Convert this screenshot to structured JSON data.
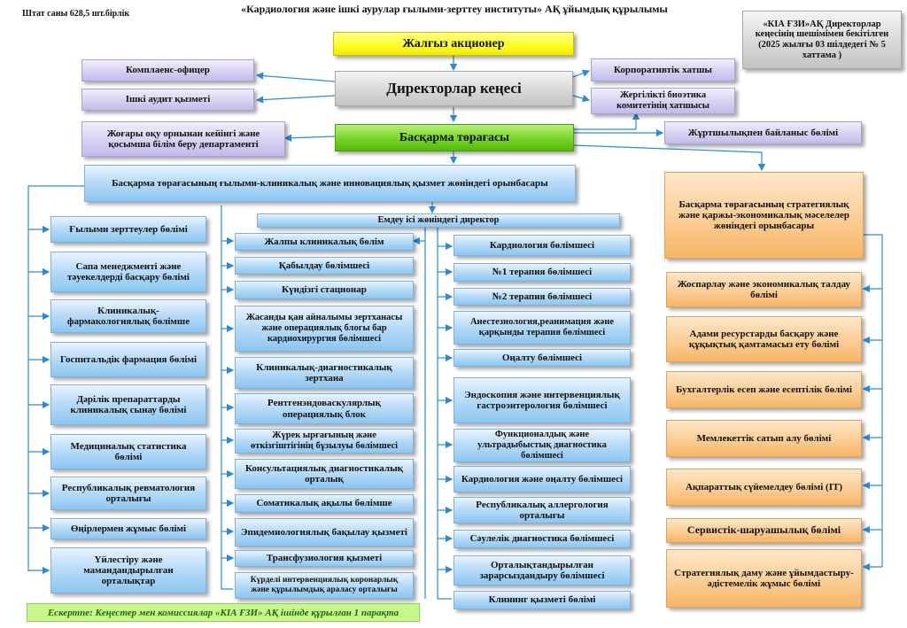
{
  "header": {
    "staff": "Штат саны  628,5 шт.бірлік",
    "title": "«Кардиология және ішкі аурулар ғылыми-зерттеу институты» АҚ ұйымдық құрылымы",
    "approval": "«КІА ҒЗИ»АҚ Директорлар кеңесінің шешімімен бекітілген  (2025 жылғы 03 шілдедегі № 5 хаттама )"
  },
  "top": {
    "shareholder": "Жалғыз акционер",
    "board": "Директорлар кеңесі",
    "chairman": "Басқарма төрағасы",
    "compliance": "Комплаенс-офицер",
    "audit": "Ішкі аудит қызметі",
    "corp_secretary": "Корпоративтік хатшы",
    "bioethics": "Жергілікті биоэтика комитетінің хатшысы",
    "postgrad": "Жоғары оқу орнынан кейінгі және қосымша білім беру департаменті",
    "public_rel": "Жұртшылықпен байланыс бөлімі"
  },
  "deputy_science": "Басқарма  төрағасының  ғылыми-клиникалық  және инновациялық  қызмет  жөніндегі орынбасары",
  "medical_director": "Емдеу ісі жөніндегі директор",
  "deputy_strategy": "Басқарма  төрағасының  стратегиялық және қаржы-экономикалық мәселелер  жөніндегі орынбасары",
  "col1": [
    "Ғылыми зерттеулер бөлімі",
    "Сапа менеджменті және тәуекелдерді басқару бөлімі",
    "Клиникалық-фармакологиялық бөлімше",
    "Госпитальдік фармация бөлімі",
    "Дәрілік препараттарды клиникалық сынау бөлімі",
    "Медициналық статистика бөлімі",
    "Республикалық ревматология орталығы",
    "Өңірлермен жұмыс  бөлімі",
    "Үйлестіру және мамандандырылған орталықтар"
  ],
  "col2": [
    "Жалпы  клиникалық бөлім",
    "Қабылдау бөлімшесі",
    "Күндізгі стационар",
    "Жасанды қан айналымы зертханасы және операциялық блогы бар кардиохирургия бөлімшесі",
    "Клиникалық-диагностикалық зертхана",
    "Рентгенэндоваскулярлық операциялық блок",
    "Жүрек ырғағының  және өткізгіштігінің бұзылуы бөлімшесі",
    "Консультациялық диагностикалық орталық",
    "Соматикалық ақылы бөлімше",
    "Эпидемиологиялық бақылау қызметі",
    "Трансфузиология қызметі",
    "Күрделі интервенциялық коронарлық және құрылымдық араласу орталығы"
  ],
  "col3": [
    "Кардиология бөлімшесі",
    "№1 терапия бөлімшесі",
    "№2 терапия бөлімшесі",
    "Анестезиология,реанимация және қарқынды терапия бөлімшесі",
    "Оңалту бөлімшесі",
    "Эндоскопия және интервенциялық гастроэнтерология бөлімшесі",
    "Функционалдық және ультрадыбыстық диагностика бөлімшесі",
    "Кардиология және оңалту бөлімшесі",
    "Республикалық аллергология орталығы",
    "Сәулелік диагностика бөлімшесі",
    "Орталықтандырылған зарарсыздандыру бөлімшесі",
    "Клининг қызметі бөлімі"
  ],
  "col4": [
    "Жоспарлау  және экономикалық талдау  бөлімі",
    "Адами ресурстарды басқару және құқықтық қамтамасыз ету бөлімі",
    "Бухгалтерлік  есеп және есептілік бөлімі",
    "Мемлекеттік  сатып алу бөлімі",
    "Ақпараттық  сүйемелдеу бөлімі (IT)",
    "Сервистік-шаруашылық бөлімі",
    "Стратегиялық  даму және ұйымдастыру-әдістемелік  жұмыс бөлімі"
  ],
  "footnote": "Ескертпе:  Кеңестер мен комиссиялар  «КІА ҒЗИ» АҚ ішінде құрылған  1 парақта",
  "colors": {
    "line_blue": "#2d8ad8",
    "line_green": "#5cb21a",
    "box_blue": "#a9d3f5",
    "box_orange": "#f9c27f",
    "box_lavender": "#cbc5ee",
    "box_yellow": "#ffff33",
    "box_green": "#6fd021"
  }
}
